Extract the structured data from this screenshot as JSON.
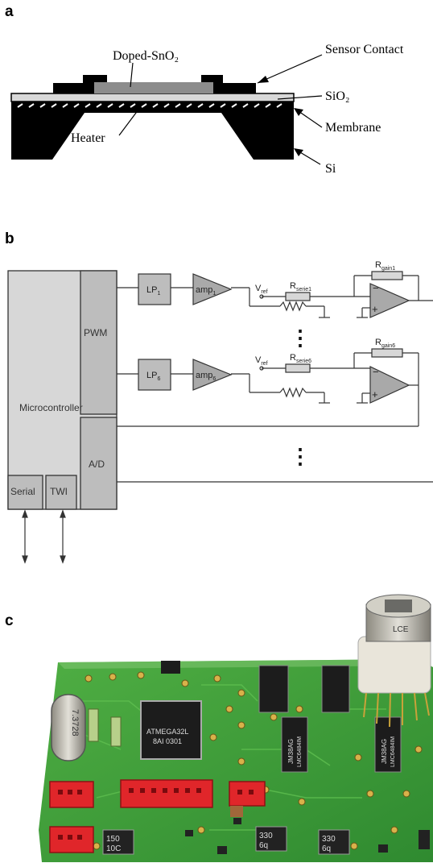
{
  "panel_a": {
    "letter": "a",
    "labels": {
      "doped": "Doped-SnO₂",
      "sensor_contact": "Sensor Contact",
      "sio2": "SiO₂",
      "membrane": "Membrane",
      "heater": "Heater",
      "si": "Si"
    }
  },
  "panel_b": {
    "letter": "b",
    "blocks": {
      "microcontroller": "Microcontroller",
      "pwm": "PWM",
      "ad": "A/D",
      "serial": "Serial",
      "twi": "TWI"
    },
    "channels": [
      {
        "lp": "LP",
        "lp_sub": "1",
        "amp": "amp",
        "amp_sub": "1",
        "vref": "V",
        "vref_sub": "ref",
        "rseries": "R",
        "rseries_sub": "serie1",
        "rgain": "R",
        "rgain_sub": "gain1"
      },
      {
        "lp": "LP",
        "lp_sub": "6",
        "amp": "amp",
        "amp_sub": "6",
        "vref": "V",
        "vref_sub": "ref",
        "rseries": "R",
        "rseries_sub": "serie6",
        "rgain": "R",
        "rgain_sub": "gain6"
      }
    ],
    "ellipsis": "⋮"
  },
  "panel_c": {
    "letter": "c",
    "chip_labels": {
      "mcu_line1": "ATMEGA32L",
      "mcu_line2": "8AI 0301",
      "opamp1_a": "JM38AG",
      "opamp1_b": "LMC6484IM",
      "opamp2_a": "JM38AG",
      "opamp2_b": "LMC6484IM",
      "crystal": "7.3728",
      "sensor_cap": "LCE",
      "cap1": "150",
      "cap1b": "10C",
      "cap2": "330",
      "cap2b": "6q",
      "cap3": "330",
      "cap3b": "6q"
    },
    "colors": {
      "pcb": "#3f9a3a",
      "pcb_dark": "#2c7a2a",
      "connector": "#e0262a",
      "chip": "#1c1c1c",
      "sensor_metal": "#b9b7ae",
      "sensor_base": "#e9e5da",
      "gold": "#c9a23a"
    }
  }
}
